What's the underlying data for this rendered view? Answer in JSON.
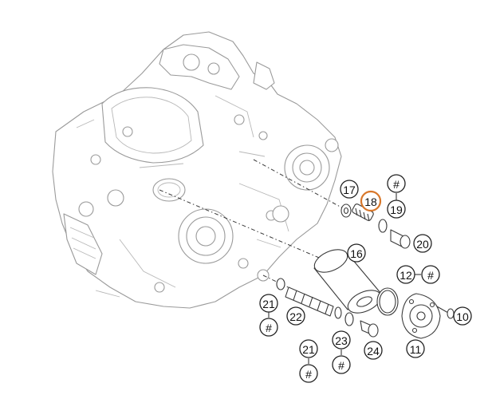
{
  "diagram": {
    "callouts": [
      {
        "id": "c17",
        "label": "17",
        "highlight": false
      },
      {
        "id": "c18",
        "label": "18",
        "highlight": true
      },
      {
        "id": "c19a",
        "label": "#",
        "highlight": false
      },
      {
        "id": "c19",
        "label": "19",
        "highlight": false
      },
      {
        "id": "c20",
        "label": "20",
        "highlight": false
      },
      {
        "id": "c16",
        "label": "16",
        "highlight": false
      },
      {
        "id": "c12",
        "label": "12",
        "highlight": false
      },
      {
        "id": "c12h",
        "label": "#",
        "highlight": false
      },
      {
        "id": "c21a",
        "label": "21",
        "highlight": false
      },
      {
        "id": "c21ah",
        "label": "#",
        "highlight": false
      },
      {
        "id": "c22",
        "label": "22",
        "highlight": false
      },
      {
        "id": "c10",
        "label": "10",
        "highlight": false
      },
      {
        "id": "c11",
        "label": "11",
        "highlight": false
      },
      {
        "id": "c21b",
        "label": "21",
        "highlight": false
      },
      {
        "id": "c21bh",
        "label": "#",
        "highlight": false
      },
      {
        "id": "c23",
        "label": "23",
        "highlight": false
      },
      {
        "id": "c23h",
        "label": "#",
        "highlight": false
      },
      {
        "id": "c24",
        "label": "24",
        "highlight": false
      }
    ],
    "highlight_color": "#d8772a",
    "line_color": "#222222"
  }
}
